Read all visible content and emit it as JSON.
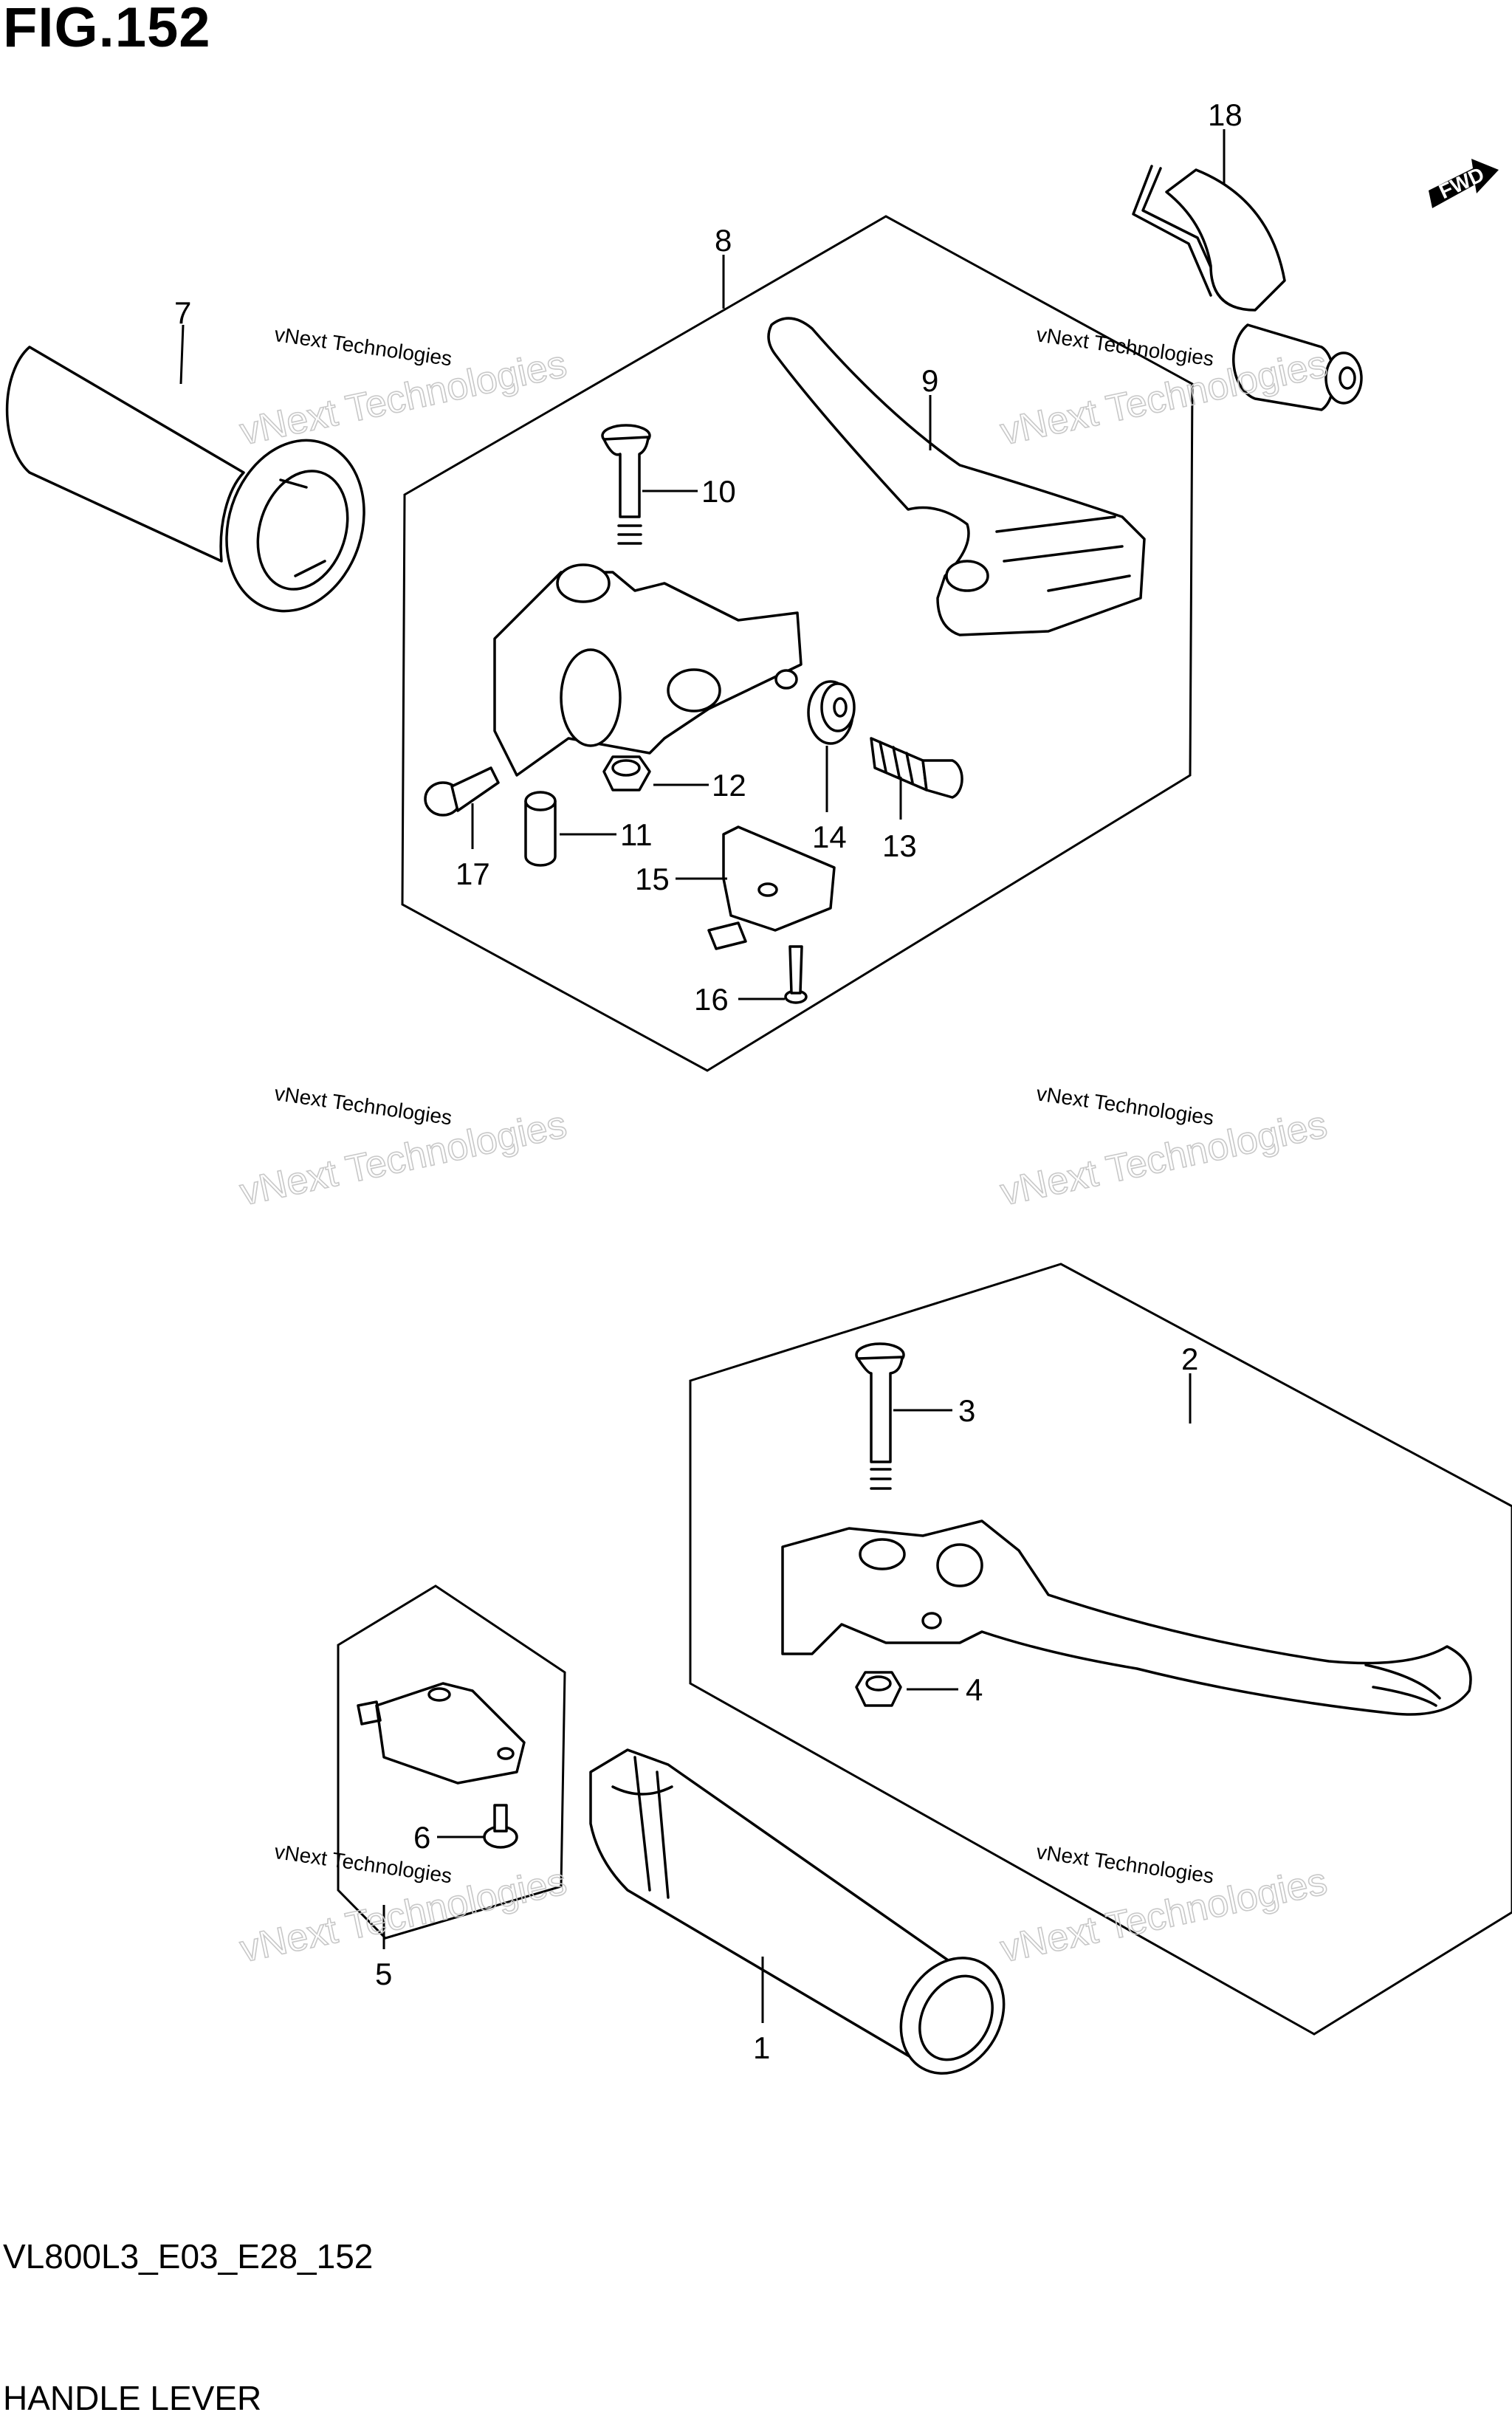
{
  "figure": {
    "title": "FIG.152",
    "code": "VL800L3_E03_E28_152",
    "name": "HANDLE LEVER",
    "fwd_label": "FWD"
  },
  "watermark": {
    "line1": "vNext Technologies",
    "line2": "vNext Technologies"
  },
  "callouts": {
    "c1": "1",
    "c2": "2",
    "c3": "3",
    "c4": "4",
    "c5": "5",
    "c6": "6",
    "c7": "7",
    "c8": "8",
    "c9": "9",
    "c10": "10",
    "c11": "11",
    "c12": "12",
    "c13": "13",
    "c14": "14",
    "c15": "15",
    "c16": "16",
    "c17": "17",
    "c18": "18"
  }
}
